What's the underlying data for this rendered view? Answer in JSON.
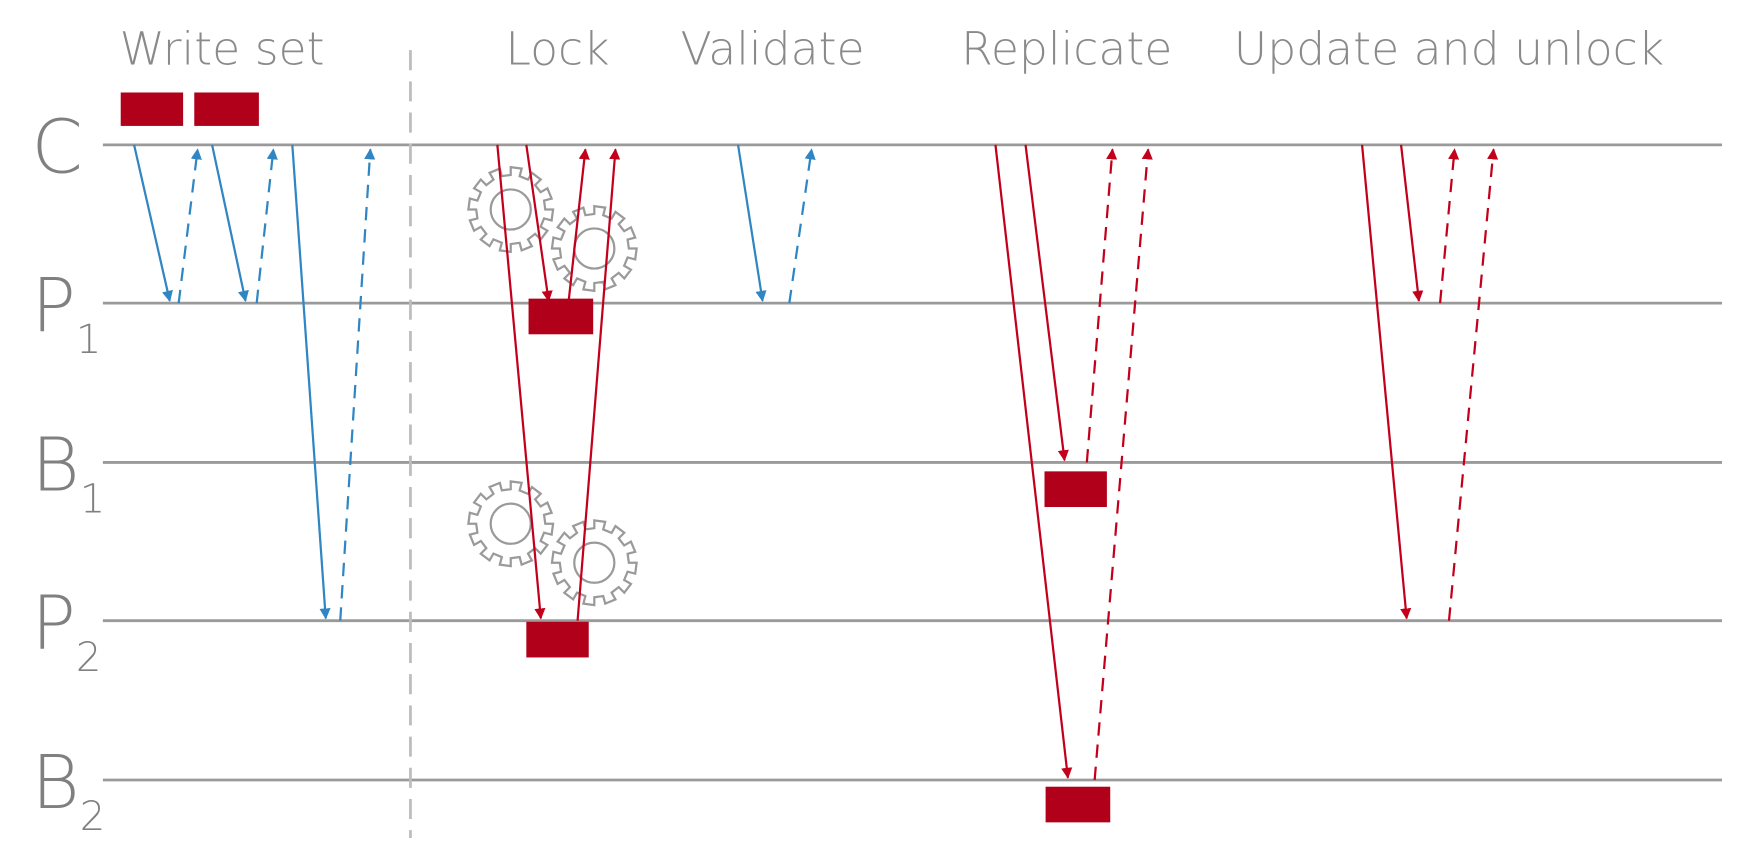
{
  "phases": [
    {
      "id": "write-set",
      "label": "Write set"
    },
    {
      "id": "lock",
      "label": "Lock"
    },
    {
      "id": "validate",
      "label": "Validate"
    },
    {
      "id": "replicate",
      "label": "Replicate"
    },
    {
      "id": "update-unlock",
      "label": "Update and unlock"
    }
  ],
  "rows": [
    {
      "id": "c",
      "label": "C",
      "sub": ""
    },
    {
      "id": "p1",
      "label": "P",
      "sub": "1"
    },
    {
      "id": "b1",
      "label": "B",
      "sub": "1"
    },
    {
      "id": "p2",
      "label": "P",
      "sub": "2"
    },
    {
      "id": "b2",
      "label": "B",
      "sub": "2"
    }
  ],
  "colors": {
    "blue": "#2f86c3",
    "red": "#c3001c",
    "box": "#b0001a",
    "line": "#9a9a9a",
    "divider": "#bdbdbd",
    "gear": "#9a9a9a"
  }
}
